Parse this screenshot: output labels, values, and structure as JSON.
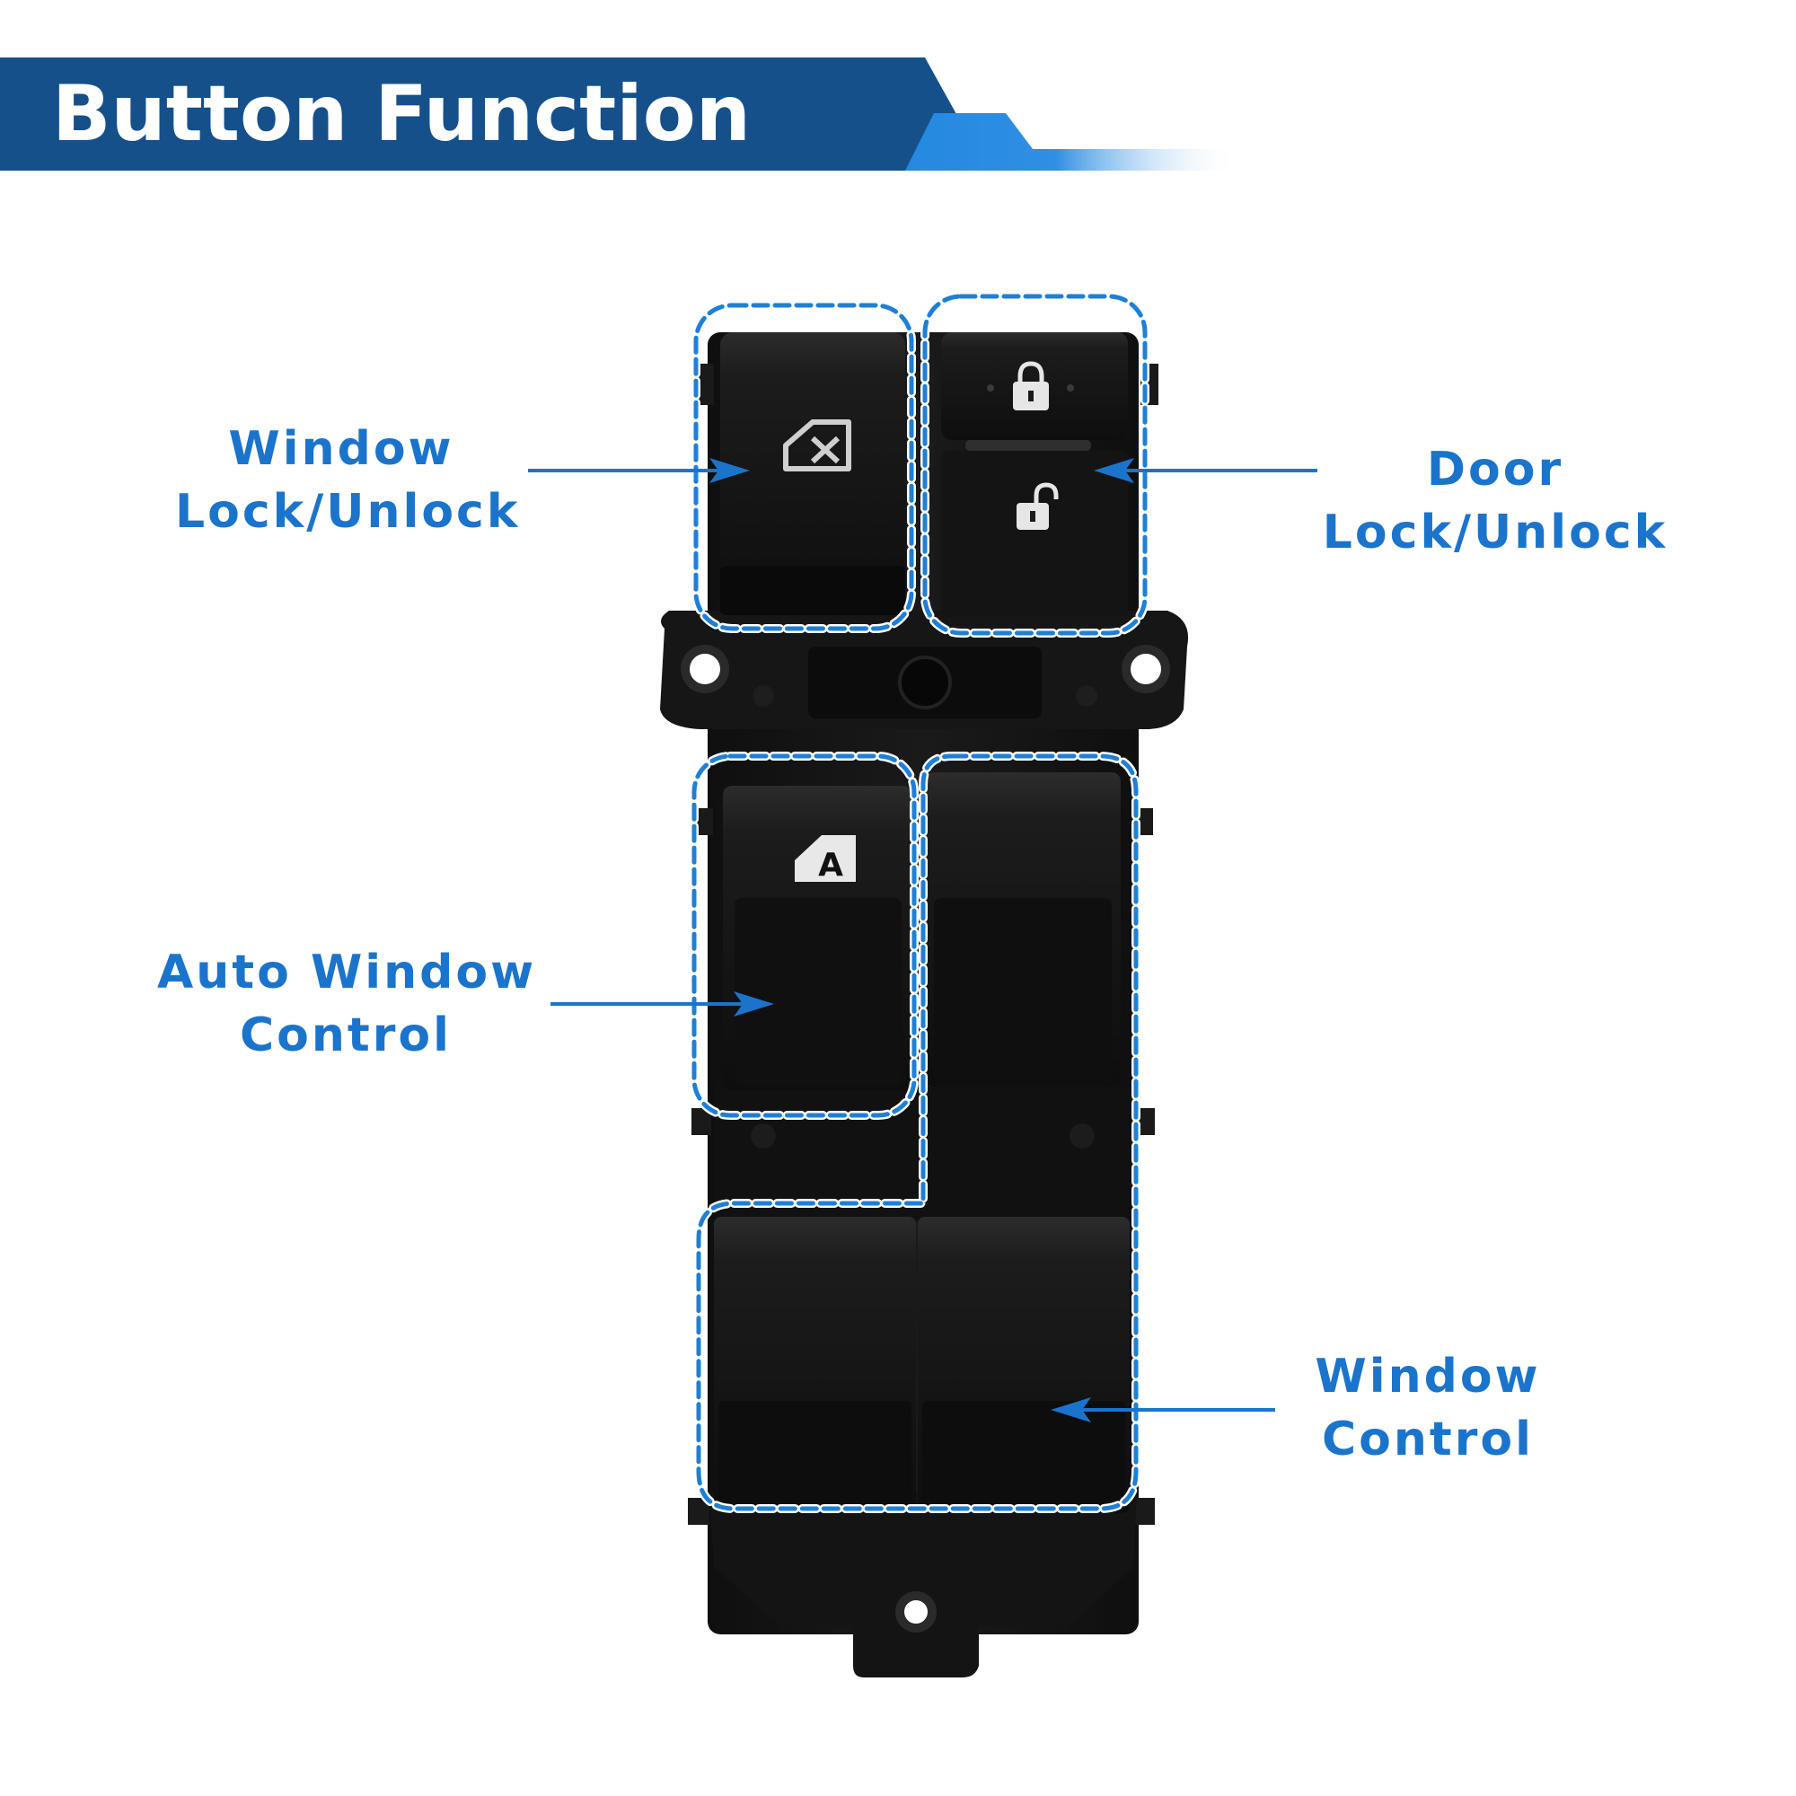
{
  "header": {
    "title": "Button Function"
  },
  "callouts": {
    "window_lock": {
      "line1": "Window",
      "line2": "Lock/Unlock"
    },
    "door_lock": {
      "line1": "Door",
      "line2": "Lock/Unlock"
    },
    "auto_window": {
      "line1": "Auto Window",
      "line2": "Control"
    },
    "window_control": {
      "line1": "Window",
      "line2": "Control"
    }
  },
  "icons": {
    "window_lock_button": "window-lock-icon",
    "door_lock_button": "padlock-locked-icon",
    "door_unlock_button": "padlock-unlocked-icon",
    "auto_window_button": "auto-window-icon",
    "auto_window_glyph": "A"
  },
  "colors": {
    "banner_dark": "#15508a",
    "banner_accent": "#2489e0",
    "label_blue": "#1b74cc",
    "dashed_outline": "#1e7fd6",
    "switch_body": "#141414"
  }
}
